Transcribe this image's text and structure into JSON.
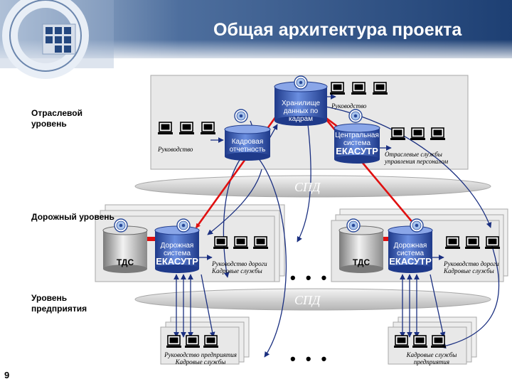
{
  "title": "Общая архитектура проекта",
  "levels": {
    "branch": "Отраслевой уровень",
    "road": "Дорожный уровень",
    "enterprise": "Уровень предприятия"
  },
  "network_label": "СПД",
  "databases": {
    "hr_storage": "Хранилище данных по кадрам",
    "hr_reporting": "Кадровая отчетность",
    "central_system_small": "Центральная система",
    "central_system_big": "ЕКАСУТР",
    "road_system_small": "Дорожная система",
    "road_system_big": "ЕКАСУТР",
    "tds": "ТДС"
  },
  "captions": {
    "management_top": "Руководство",
    "management_left": "Руководство",
    "branch_hr_services": "Отраслевые службы управления персоналом",
    "road_management": "Руководство дороги Кадровые службы",
    "enterprise_left": "Руководство предприятия Кадровые службы",
    "enterprise_right": "Кадровые службы предприятия"
  },
  "ellipsis": "• • •",
  "page_number": "9"
}
